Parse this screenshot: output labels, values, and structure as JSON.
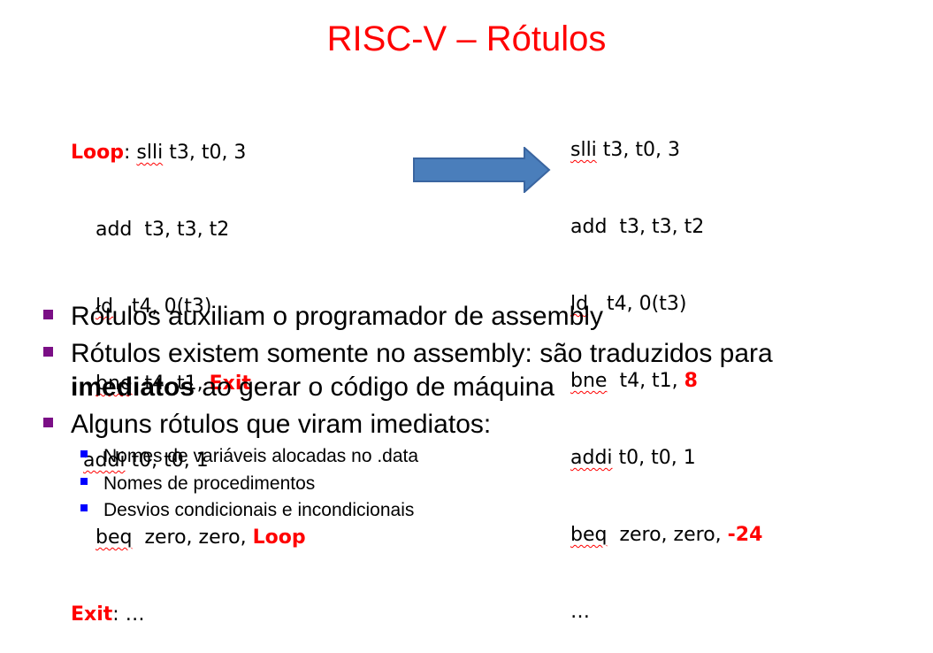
{
  "slide": {
    "title": "RISC-V – Rótulos"
  },
  "code_left": {
    "line1_label": "Loop",
    "line1_sep": ": ",
    "line1_op": "slli",
    "line1_args": " t3, t0, 3",
    "line2_indent": "    ",
    "line2_op": "add",
    "line2_args": "  t3, t3, t2",
    "line3_indent": "    ",
    "line3_op": "ld",
    "line3_args": "   t4, 0(t3)",
    "line4_indent": "    ",
    "line4_op": "bne",
    "line4_args": "  t4, t1, ",
    "line4_target": "Exit",
    "line5_indent": "  ",
    "line5_op": "addi",
    "line5_args": " t0, t0, 1",
    "line6_indent": "    ",
    "line6_op": "beq",
    "line6_args": "  zero, zero, ",
    "line6_target": "Loop",
    "line7_label": "Exit",
    "line7_rest": ": …"
  },
  "code_right": {
    "line1_op": "slli",
    "line1_args": " t3, t0, 3",
    "line2_op": "add",
    "line2_args": "  t3, t3, t2",
    "line3_op": "ld",
    "line3_args": "   t4, 0(t3)",
    "line4_op": "bne",
    "line4_args": "  t4, t1, ",
    "line4_imm": "8",
    "line5_op": "addi",
    "line5_args": " t0, t0, 1",
    "line6_op": "beq",
    "line6_args": "  zero, zero, ",
    "line6_imm": "-24",
    "line7": "…"
  },
  "arrow": {
    "icon": "right-arrow-icon",
    "fill": "#4a7ebb",
    "stroke": "#3a65a0"
  },
  "bullets": {
    "item1": "Rótulos auxiliam o programador de assembly",
    "item2_line1": "Rótulos existem somente no assembly: são traduzidos para",
    "item2_bold": "imediatos",
    "item2_rest": " ao gerar o código de máquina",
    "item3": "Alguns rótulos que viram imediatos:",
    "subitems": [
      "Nomes de variáveis alocadas no .data",
      "Nomes de procedimentos",
      "Desvios condicionais e incondicionais"
    ]
  },
  "colors": {
    "title": "#ff0000",
    "highlight": "#ff0000",
    "bullet_level1": "#7b0f86",
    "bullet_level2": "#0000ff"
  }
}
